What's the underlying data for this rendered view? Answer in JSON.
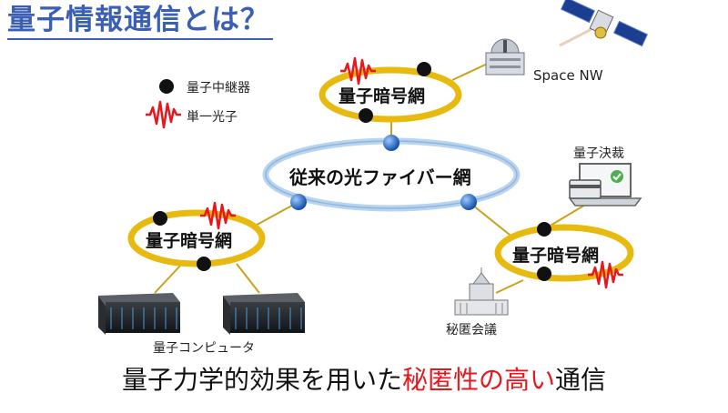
{
  "title": "量子情報通信とは？",
  "legend": {
    "repeater": "量子中継器",
    "photon": "単一光子"
  },
  "center_network": "従来の光ファイバー網",
  "rings": {
    "top": "量子暗号網",
    "left": "量子暗号網",
    "right": "量子暗号網"
  },
  "labels": {
    "space": "Space NW",
    "payment": "量子決裁",
    "computer": "量子コンピュータ",
    "diet": "秘匿会議"
  },
  "bottom": {
    "part1": "量子力学的効果を用いた",
    "part2": "秘匿性の高い",
    "part3": "通信"
  },
  "colors": {
    "ring": "#e8b90e",
    "center_ring": "#a9cbea",
    "node": "#1f6fd1",
    "title": "#3b5fb4",
    "accent": "#e5181e"
  }
}
